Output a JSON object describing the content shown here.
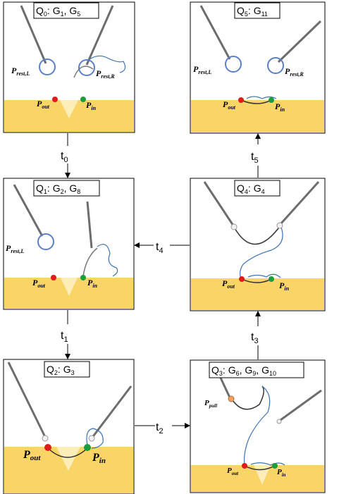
{
  "panels": {
    "q0": {
      "state": "Q",
      "state_sub": "0",
      "sep": ": ",
      "g1": "G",
      "g1_sub": "1",
      "comma": ", ",
      "g2": "G",
      "g2_sub": "5",
      "p_rest_l": "P",
      "p_rest_l_sub": "rest,L",
      "p_rest_r": "P",
      "p_rest_r_sub": "rest,R",
      "p_out": "P",
      "p_out_sub": "out",
      "p_in": "P",
      "p_in_sub": "in"
    },
    "q5": {
      "state": "Q",
      "state_sub": "5",
      "sep": ": ",
      "g1": "G",
      "g1_sub": "11",
      "p_rest_l": "P",
      "p_rest_l_sub": "rest,L",
      "p_rest_r": "P",
      "p_rest_r_sub": "rest,R",
      "p_out": "P",
      "p_out_sub": "out",
      "p_in": "P",
      "p_in_sub": "in"
    },
    "q1": {
      "state": "Q",
      "state_sub": "1",
      "sep": ": ",
      "g1": "G",
      "g1_sub": "2",
      "comma": ", ",
      "g2": "G",
      "g2_sub": "8",
      "p_rest_l": "P",
      "p_rest_l_sub": "rest,L",
      "p_out": "P",
      "p_out_sub": "out",
      "p_in": "P",
      "p_in_sub": "in"
    },
    "q4": {
      "state": "Q",
      "state_sub": "4",
      "sep": ": ",
      "g1": "G",
      "g1_sub": "4",
      "p_out": "P",
      "p_out_sub": "out",
      "p_in": "P",
      "p_in_sub": "in"
    },
    "q2": {
      "state": "Q",
      "state_sub": "2",
      "sep": ": ",
      "g1": "G",
      "g1_sub": "3",
      "p_out": "P",
      "p_out_sub": "out",
      "p_in": "P",
      "p_in_sub": "in"
    },
    "q3": {
      "state": "Q",
      "state_sub": "3",
      "sep": ": ",
      "g1": "G",
      "g1_sub": "6",
      "comma": ", ",
      "g2": "G",
      "g2_sub": "9",
      "comma2": ", ",
      "g3": "G",
      "g3_sub": "10",
      "p_pull": "P",
      "p_pull_sub": "pull",
      "p_out": "P",
      "p_out_sub": "out",
      "p_in": "P",
      "p_in_sub": "in"
    }
  },
  "transitions": {
    "t0": {
      "name": "t",
      "sub": "0"
    },
    "t1": {
      "name": "t",
      "sub": "1"
    },
    "t2": {
      "name": "t",
      "sub": "2"
    },
    "t3": {
      "name": "t",
      "sub": "3"
    },
    "t4": {
      "name": "t",
      "sub": "4"
    },
    "t5": {
      "name": "t",
      "sub": "5"
    }
  },
  "colors": {
    "tissue": "#f9d466",
    "tissue_light": "#fdeeb8",
    "ring": "#5b7fc7",
    "thread": "#3a73b5",
    "suture": "#333333",
    "instrument": "#6d6d6d",
    "p_out_dot": "#e01b1b",
    "p_in_dot": "#1a9e3c",
    "needle_tip": "#f2f2f2",
    "pull_marker": "#f0a060",
    "arrow": "#000000",
    "frame": "#000000"
  }
}
